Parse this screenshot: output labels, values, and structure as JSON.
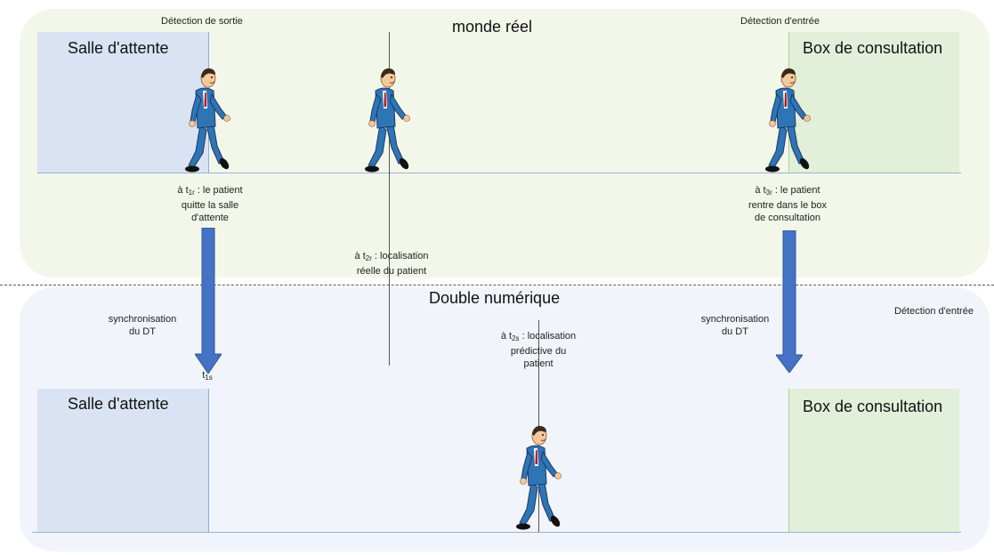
{
  "real_world": {
    "title": "monde réel",
    "exit_detection": "Détection de sortie",
    "entry_detection": "Détection d'entrée",
    "waiting_room": "Salle d'attente",
    "consultation_box": "Box de consultation",
    "t1r": {
      "prefix": "à t",
      "sub": "1r",
      "suffix": " : le patient",
      "line2": "quitte la salle",
      "line3": "d'attente"
    },
    "t2r": {
      "prefix": "à t",
      "sub": "2r",
      "suffix": " : localisation",
      "line2": "réelle du patient"
    },
    "t3r": {
      "prefix": "à t",
      "sub": "3r",
      "suffix": " : le patient",
      "line2": "rentre dans le box",
      "line3": "de consultation"
    }
  },
  "digital_twin": {
    "title": "Double numérique",
    "entry_detection": "Détection d'entrée",
    "waiting_room": "Salle d'attente",
    "consultation_box": "Box de consultation",
    "sync_left": {
      "line1": "synchronisation",
      "line2": "du DT"
    },
    "sync_right": {
      "line1": "synchronisation",
      "line2": "du DT"
    },
    "t1s": {
      "prefix": "t",
      "sub": "1s"
    },
    "t2s": {
      "prefix": "à t",
      "sub": "2s",
      "suffix": " : localisation",
      "line2": "prédictive du",
      "line3": "patient"
    }
  },
  "colors": {
    "top_panel": "#f3f7ea",
    "bottom_panel": "#f1f4fb",
    "waiting_room": "#dae3f3",
    "consultation_box": "#e2efd9",
    "arrow": "#4472c4",
    "suit": "#2e75b6"
  },
  "icons": [
    "walking-man-icon",
    "down-arrow-icon"
  ]
}
